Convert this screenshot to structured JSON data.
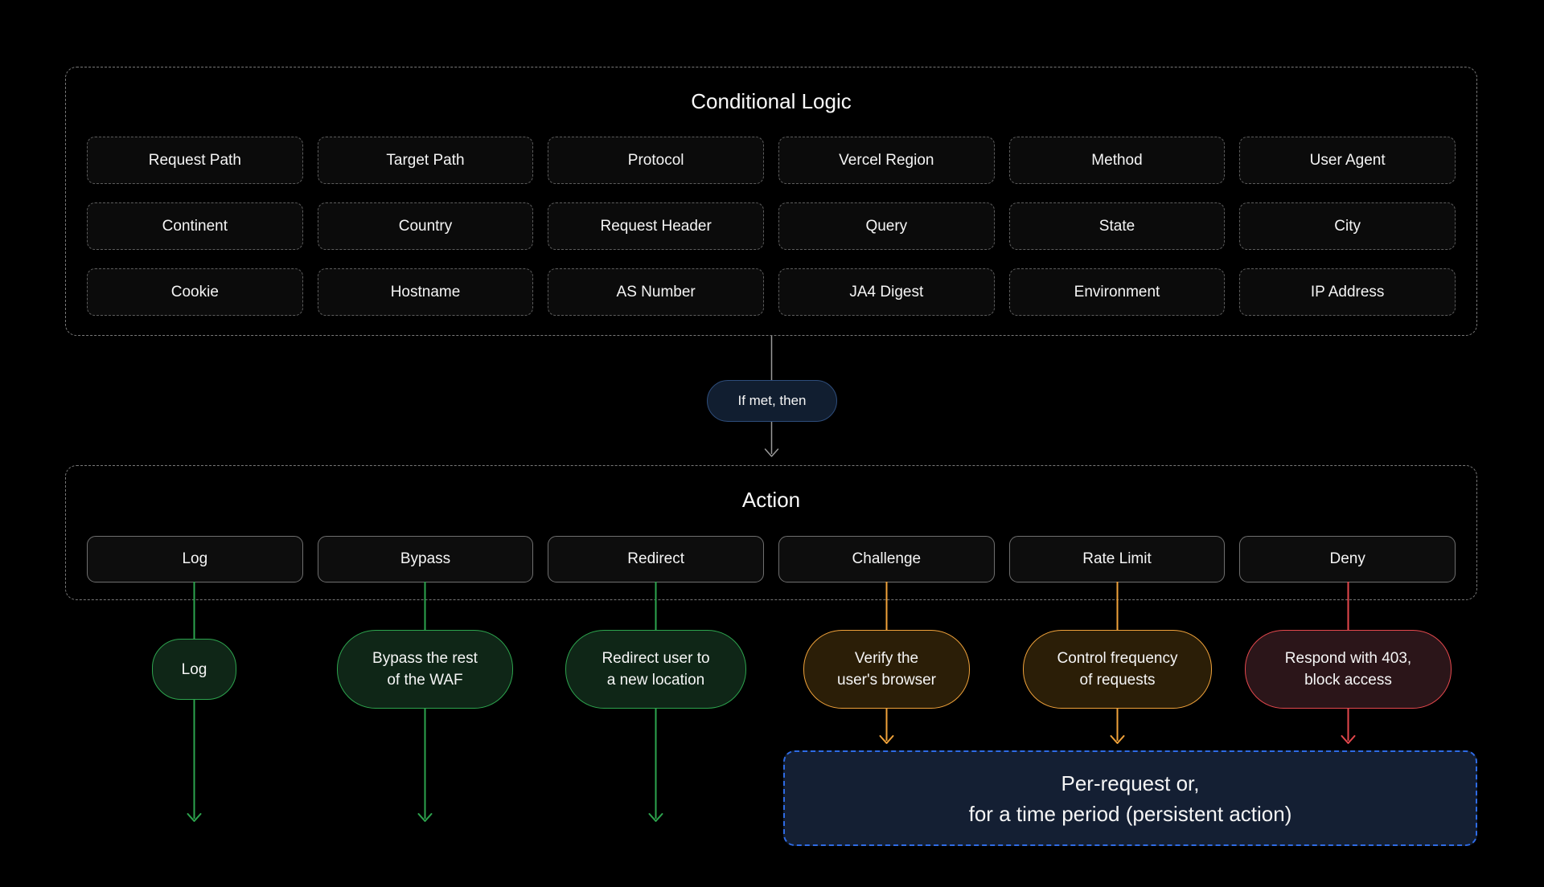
{
  "colors": {
    "background": "#000000",
    "text": "#f2f2f2",
    "container_border": "#787878",
    "condition_box_border": "#5d5d5d",
    "action_box_border": "#6f6f6f",
    "gray_arrow": "#9a9a9a",
    "green": "#2da44e",
    "green_bg": "#0f2617",
    "orange": "#f0a23a",
    "orange_bg": "#2b1e07",
    "red": "#e5484d",
    "red_bg": "#2b1519",
    "pill_border": "#2e4d7b",
    "pill_bg": "#111e30",
    "note_border": "#2e6be5",
    "note_bg": "#141f33"
  },
  "conditional": {
    "title": "Conditional Logic",
    "items": [
      "Request Path",
      "Target Path",
      "Protocol",
      "Vercel Region",
      "Method",
      "User Agent",
      "Continent",
      "Country",
      "Request Header",
      "Query",
      "State",
      "City",
      "Cookie",
      "Hostname",
      "AS Number",
      "JA4 Digest",
      "Environment",
      "IP Address"
    ]
  },
  "connector": {
    "label": "If met, then"
  },
  "action": {
    "title": "Action",
    "items": [
      "Log",
      "Bypass",
      "Redirect",
      "Challenge",
      "Rate Limit",
      "Deny"
    ]
  },
  "outcomes": [
    {
      "color": "green",
      "lines": [
        "Log"
      ]
    },
    {
      "color": "green",
      "lines": [
        "Bypass the rest",
        "of the WAF"
      ]
    },
    {
      "color": "green",
      "lines": [
        "Redirect user to",
        "a new location"
      ]
    },
    {
      "color": "orange",
      "lines": [
        "Verify the",
        "user's browser"
      ]
    },
    {
      "color": "orange",
      "lines": [
        "Control frequency",
        "of requests"
      ]
    },
    {
      "color": "red",
      "lines": [
        "Respond with 403,",
        "block access"
      ]
    }
  ],
  "note": {
    "lines": [
      "Per-request or,",
      "for a time period (persistent action)"
    ]
  }
}
